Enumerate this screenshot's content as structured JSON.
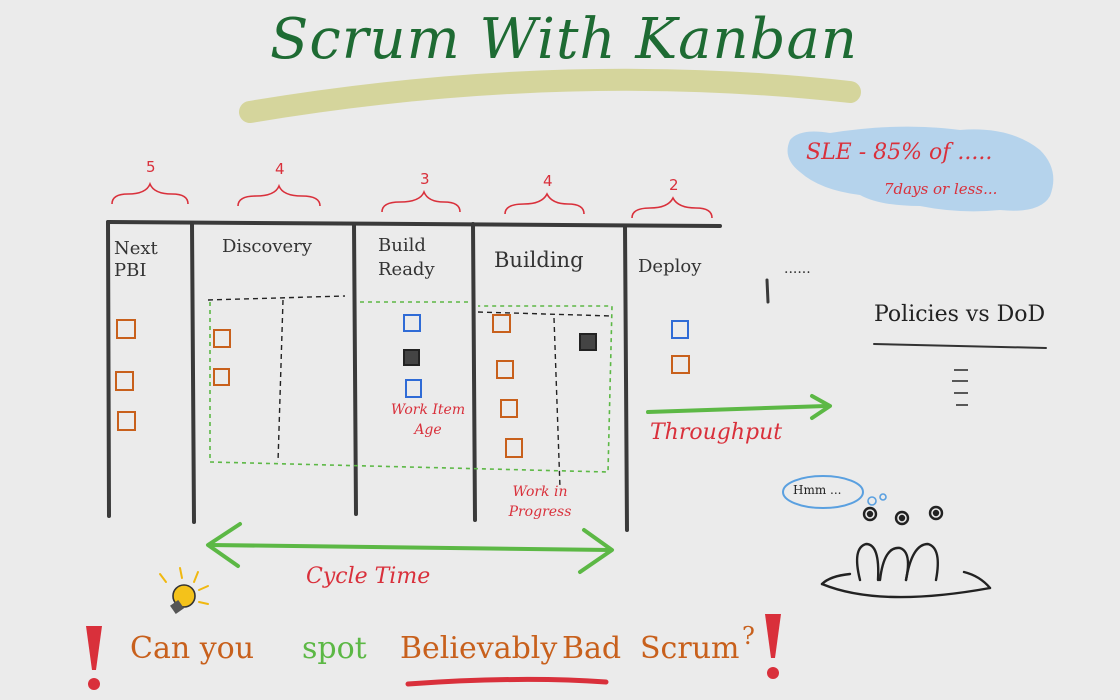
{
  "title": "Scrum With Kanban",
  "columns": [
    {
      "name": "Next PBI",
      "wip": "5"
    },
    {
      "name": "Discovery",
      "wip": "4"
    },
    {
      "name": "Build Ready",
      "wip": "3"
    },
    {
      "name": "Building",
      "wip": "4"
    },
    {
      "name": "Deploy",
      "wip": "2"
    }
  ],
  "sle": {
    "line1": "SLE - 85% of .....",
    "line2": "7days or less..."
  },
  "annotations": {
    "work_item_age": "Work Item Age",
    "work_in_progress": "Work in Progress",
    "throughput": "Throughput",
    "cycle_time": "Cycle Time",
    "ellipsis": "......"
  },
  "policies": "Policies vs DoD",
  "thought": "Hmm ...",
  "bottom": {
    "prefix": "Can you",
    "spot": "spot",
    "believably": "Believably",
    "bad": "Bad",
    "scrum": "Scrum",
    "question": "?"
  },
  "colors": {
    "title": "#1e6b33",
    "highlight": "#d3d394",
    "red": "#d9303b",
    "green": "#5cb845",
    "orange": "#c8601c",
    "blue": "#2f6bd6",
    "board": "#3a3a3a",
    "cloud": "#a8cdec"
  }
}
